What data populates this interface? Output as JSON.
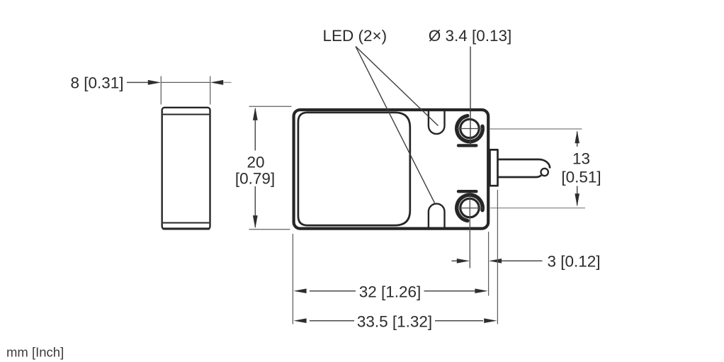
{
  "drawing": {
    "type": "sensor-dimension-drawing",
    "unit_note": "mm [Inch]",
    "callouts": {
      "led": "LED (2×)",
      "hole_diameter": "Ø 3.4 [0.13]"
    },
    "dimensions": {
      "side_width": "8 [0.31]",
      "height_mm": "20",
      "height_inch": "[0.79]",
      "hole_spacing_mm": "13",
      "hole_spacing_inch": "[0.51]",
      "hole_to_edge": "3 [0.12]",
      "body_length": "32 [1.26]",
      "overall_length": "33.5 [1.32]"
    },
    "colors": {
      "outline": "#262626",
      "dimension_line": "#4a4a4a",
      "extension_line": "#949494",
      "text": "#2d2a2a",
      "background": "#ffffff"
    }
  }
}
